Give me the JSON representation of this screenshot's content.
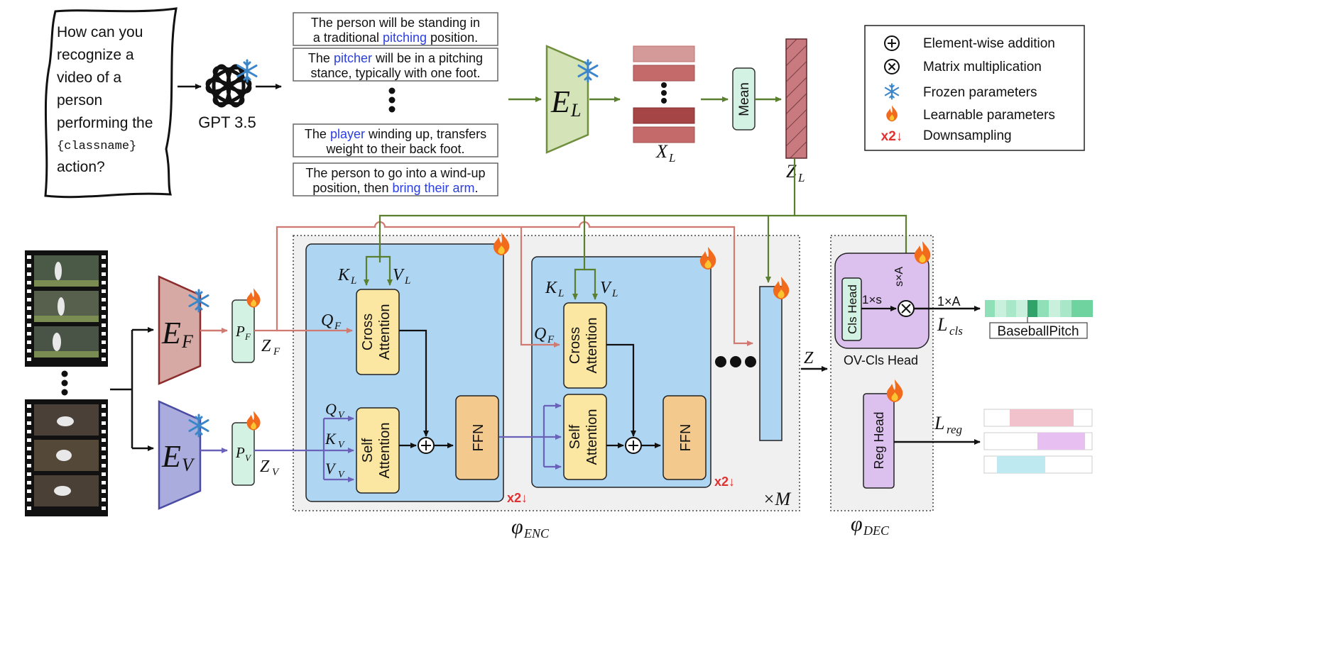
{
  "prompt": {
    "lines": [
      "How can you",
      "recognize a",
      "video of a",
      "person",
      "performing the"
    ],
    "classname_token": "{classname}",
    "last_line": "action?"
  },
  "gpt": {
    "label": "GPT 3.5"
  },
  "descriptions": [
    {
      "lines": [
        [
          [
            "The person will be standing in",
            false
          ]
        ],
        [
          [
            "a traditional ",
            false
          ],
          [
            "pitching",
            true
          ],
          [
            " position.",
            false
          ]
        ]
      ]
    },
    {
      "lines": [
        [
          [
            "The ",
            false
          ],
          [
            "pitcher",
            true
          ],
          [
            " will be in a pitching",
            false
          ]
        ],
        [
          [
            "stance, typically with one foot.",
            false
          ]
        ]
      ]
    },
    {
      "lines": [
        [
          [
            "The ",
            false
          ],
          [
            "player",
            true
          ],
          [
            " winding up, transfers",
            false
          ]
        ],
        [
          [
            "weight to their back foot.",
            false
          ]
        ]
      ]
    },
    {
      "lines": [
        [
          [
            "The person to go into a wind-up",
            false
          ]
        ],
        [
          [
            "position, then ",
            false
          ],
          [
            "bring their arm",
            true
          ],
          [
            ".",
            false
          ]
        ]
      ]
    }
  ],
  "text_encoder": {
    "symbol": "E",
    "subscript": "L"
  },
  "mean_label": "Mean",
  "xl_label": {
    "symbol": "X",
    "subscript": "L"
  },
  "zl_label": {
    "symbol": "Z",
    "subscript": "L"
  },
  "legend": [
    {
      "icon": "plus-circle",
      "text": "Element-wise addition"
    },
    {
      "icon": "times-circle",
      "text": "Matrix multiplication"
    },
    {
      "icon": "snowflake",
      "text": "Frozen parameters"
    },
    {
      "icon": "flame",
      "text": "Learnable parameters"
    },
    {
      "icon": "x2-down",
      "icon_text": "x2↓",
      "text": "Downsampling"
    }
  ],
  "encoders": {
    "flow": {
      "symbol": "E",
      "subscript": "F"
    },
    "video": {
      "symbol": "E",
      "subscript": "V"
    },
    "pf": {
      "symbol": "P",
      "subscript": "F"
    },
    "pv": {
      "symbol": "P",
      "subscript": "V"
    },
    "zf": {
      "symbol": "Z",
      "subscript": "F"
    },
    "zv": {
      "symbol": "Z",
      "subscript": "V"
    }
  },
  "block": {
    "kl": {
      "symbol": "K",
      "subscript": "L"
    },
    "vl": {
      "symbol": "V",
      "subscript": "L"
    },
    "qf": {
      "symbol": "Q",
      "subscript": "F"
    },
    "qv": {
      "symbol": "Q",
      "subscript": "V"
    },
    "kv": {
      "symbol": "K",
      "subscript": "V"
    },
    "vv": {
      "symbol": "V",
      "subscript": "V"
    },
    "cross": [
      "Cross",
      "Attention"
    ],
    "self": [
      "Self",
      "Attention"
    ],
    "ffn": "FFN",
    "downsample": "x2↓"
  },
  "times_m": "×M",
  "z_label": "Z",
  "phi_enc": {
    "symbol": "φ",
    "subscript": "ENC"
  },
  "phi_dec": {
    "symbol": "φ",
    "subscript": "DEC"
  },
  "decoder": {
    "cls_head": "Cls Head",
    "one_by_s": "1×s",
    "s_by_a": "s×A",
    "one_by_a": "1×A",
    "ov_cls_head": "OV-Cls Head",
    "reg_head": "Reg Head",
    "l_cls": {
      "symbol": "L",
      "subscript": "cls"
    },
    "l_reg": {
      "symbol": "L",
      "subscript": "reg"
    },
    "class_label": "BaseballPitch"
  },
  "colors": {
    "green_arrow": "#5a7f2e",
    "flow_arrow": "#d07a72",
    "video_arrow": "#6a62b8",
    "blue_block": "#aed5f2",
    "yellow_block": "#fbe6a2",
    "orange_block": "#f4c98e",
    "purple_block": "#dcc0ee",
    "mean_fill": "#d4f2e3",
    "text_encoder_fill": "#d4e3b8",
    "flow_encoder_fill": "#d6a9a4",
    "video_encoder_fill": "#a9acdc",
    "highlight_text": "#2b3fe0",
    "downsample_red": "#e03030"
  }
}
